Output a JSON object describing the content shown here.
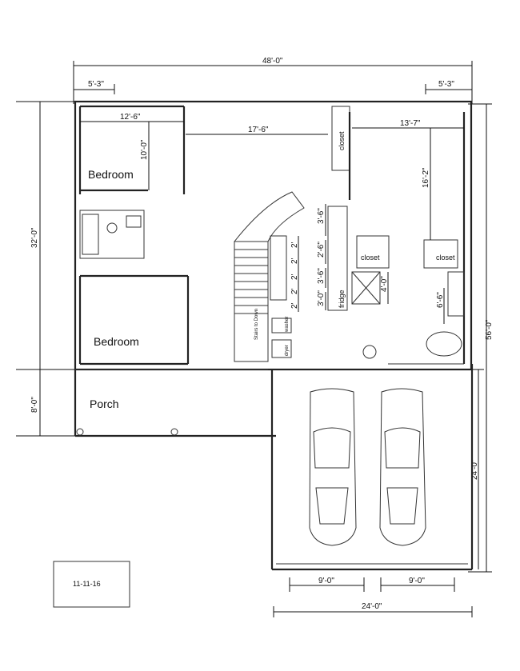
{
  "plan": {
    "dimensions": {
      "overall_width": "48'-0\"",
      "left_offset": "5'-3\"",
      "right_offset": "5'-3\"",
      "bedroom1_width": "12'-6\"",
      "bedroom1_depth": "10'-0\"",
      "living_width": "17'-6\"",
      "master_width": "13'-7\"",
      "master_depth": "16'-2\"",
      "house_depth": "32'-0\"",
      "porch_depth": "8'-0\"",
      "overall_depth": "56'-0\"",
      "garage_depth": "24'-0\"",
      "garage_width": "24'-0\"",
      "garage_bay_left": "9'-0\"",
      "garage_bay_right": "9'-0\"",
      "closet_dim": "4'-0\"",
      "bath_dim": "6'-6\"",
      "kitchen_a": "3'-6\"",
      "kitchen_b": "2'-6\"",
      "kitchen_c": "3'-6\"",
      "kitchen_d": "3'-0\"",
      "stair_a": "2'",
      "stair_b": "2'",
      "stair_c": "2'",
      "stair_d": "2'",
      "stair_e": "2'"
    },
    "rooms": {
      "bedroom_upper": "Bedroom",
      "bedroom_lower": "Bedroom",
      "porch": "Porch",
      "closet_entry": "closet",
      "closet_master_left": "closet",
      "closet_master_right": "closet",
      "fridge": "fridge",
      "washer": "washer",
      "dryer": "dryer",
      "stairs_note": "Stairs to Down"
    },
    "stamp": "11-11-16"
  }
}
